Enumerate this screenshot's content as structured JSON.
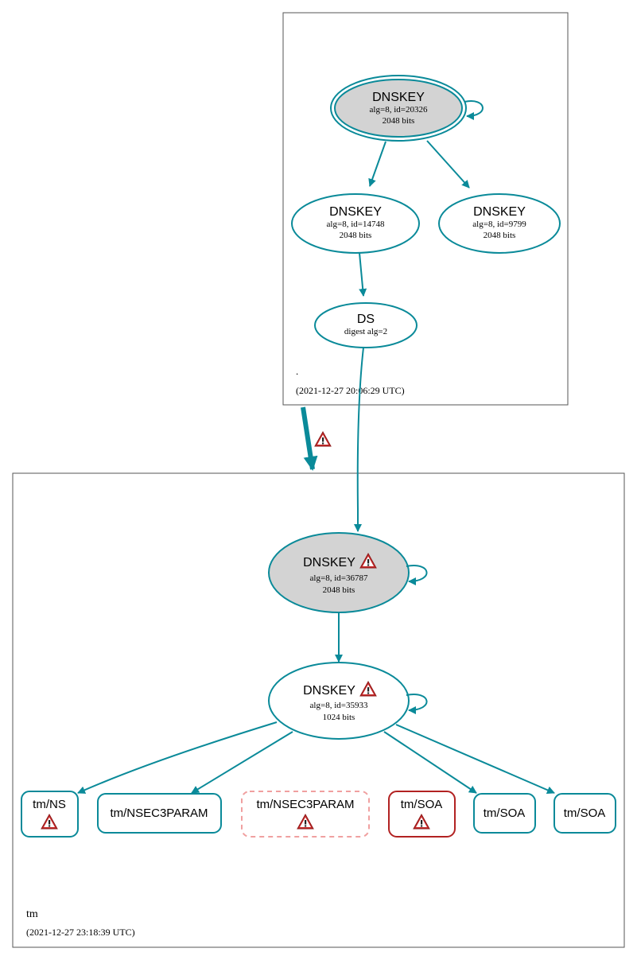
{
  "colors": {
    "edge": "#0a8a99",
    "node_fill_gray": "#d3d3d3",
    "warning_red": "#b22222",
    "dashed_pink": "#f0a0a0",
    "cluster_border": "#555555"
  },
  "root_zone": {
    "name": ".",
    "timestamp": "(2021-12-27 20:06:29 UTC)",
    "nodes": {
      "ksk": {
        "type": "DNSKEY",
        "detail": "alg=8, id=20326",
        "bits": "2048 bits"
      },
      "zsk1": {
        "type": "DNSKEY",
        "detail": "alg=8, id=14748",
        "bits": "2048 bits"
      },
      "zsk2": {
        "type": "DNSKEY",
        "detail": "alg=8, id=9799",
        "bits": "2048 bits"
      },
      "ds": {
        "type": "DS",
        "detail": "digest alg=2"
      }
    }
  },
  "tm_zone": {
    "name": "tm",
    "timestamp": "(2021-12-27 23:18:39 UTC)",
    "nodes": {
      "ksk": {
        "type": "DNSKEY",
        "detail": "alg=8, id=36787",
        "bits": "2048 bits",
        "icon": "warning-icon"
      },
      "zsk": {
        "type": "DNSKEY",
        "detail": "alg=8, id=35933",
        "bits": "1024 bits",
        "icon": "warning-icon"
      }
    },
    "rrsets": [
      {
        "label": "tm/NS",
        "style": "teal",
        "icon": "warning-icon"
      },
      {
        "label": "tm/NSEC3PARAM",
        "style": "teal",
        "icon": ""
      },
      {
        "label": "tm/NSEC3PARAM",
        "style": "dashed-pink",
        "icon": "warning-icon"
      },
      {
        "label": "tm/SOA",
        "style": "red",
        "icon": "warning-icon"
      },
      {
        "label": "tm/SOA",
        "style": "teal",
        "icon": ""
      },
      {
        "label": "tm/SOA",
        "style": "teal",
        "icon": ""
      }
    ]
  },
  "delegation_edge": {
    "icon": "warning-icon"
  }
}
